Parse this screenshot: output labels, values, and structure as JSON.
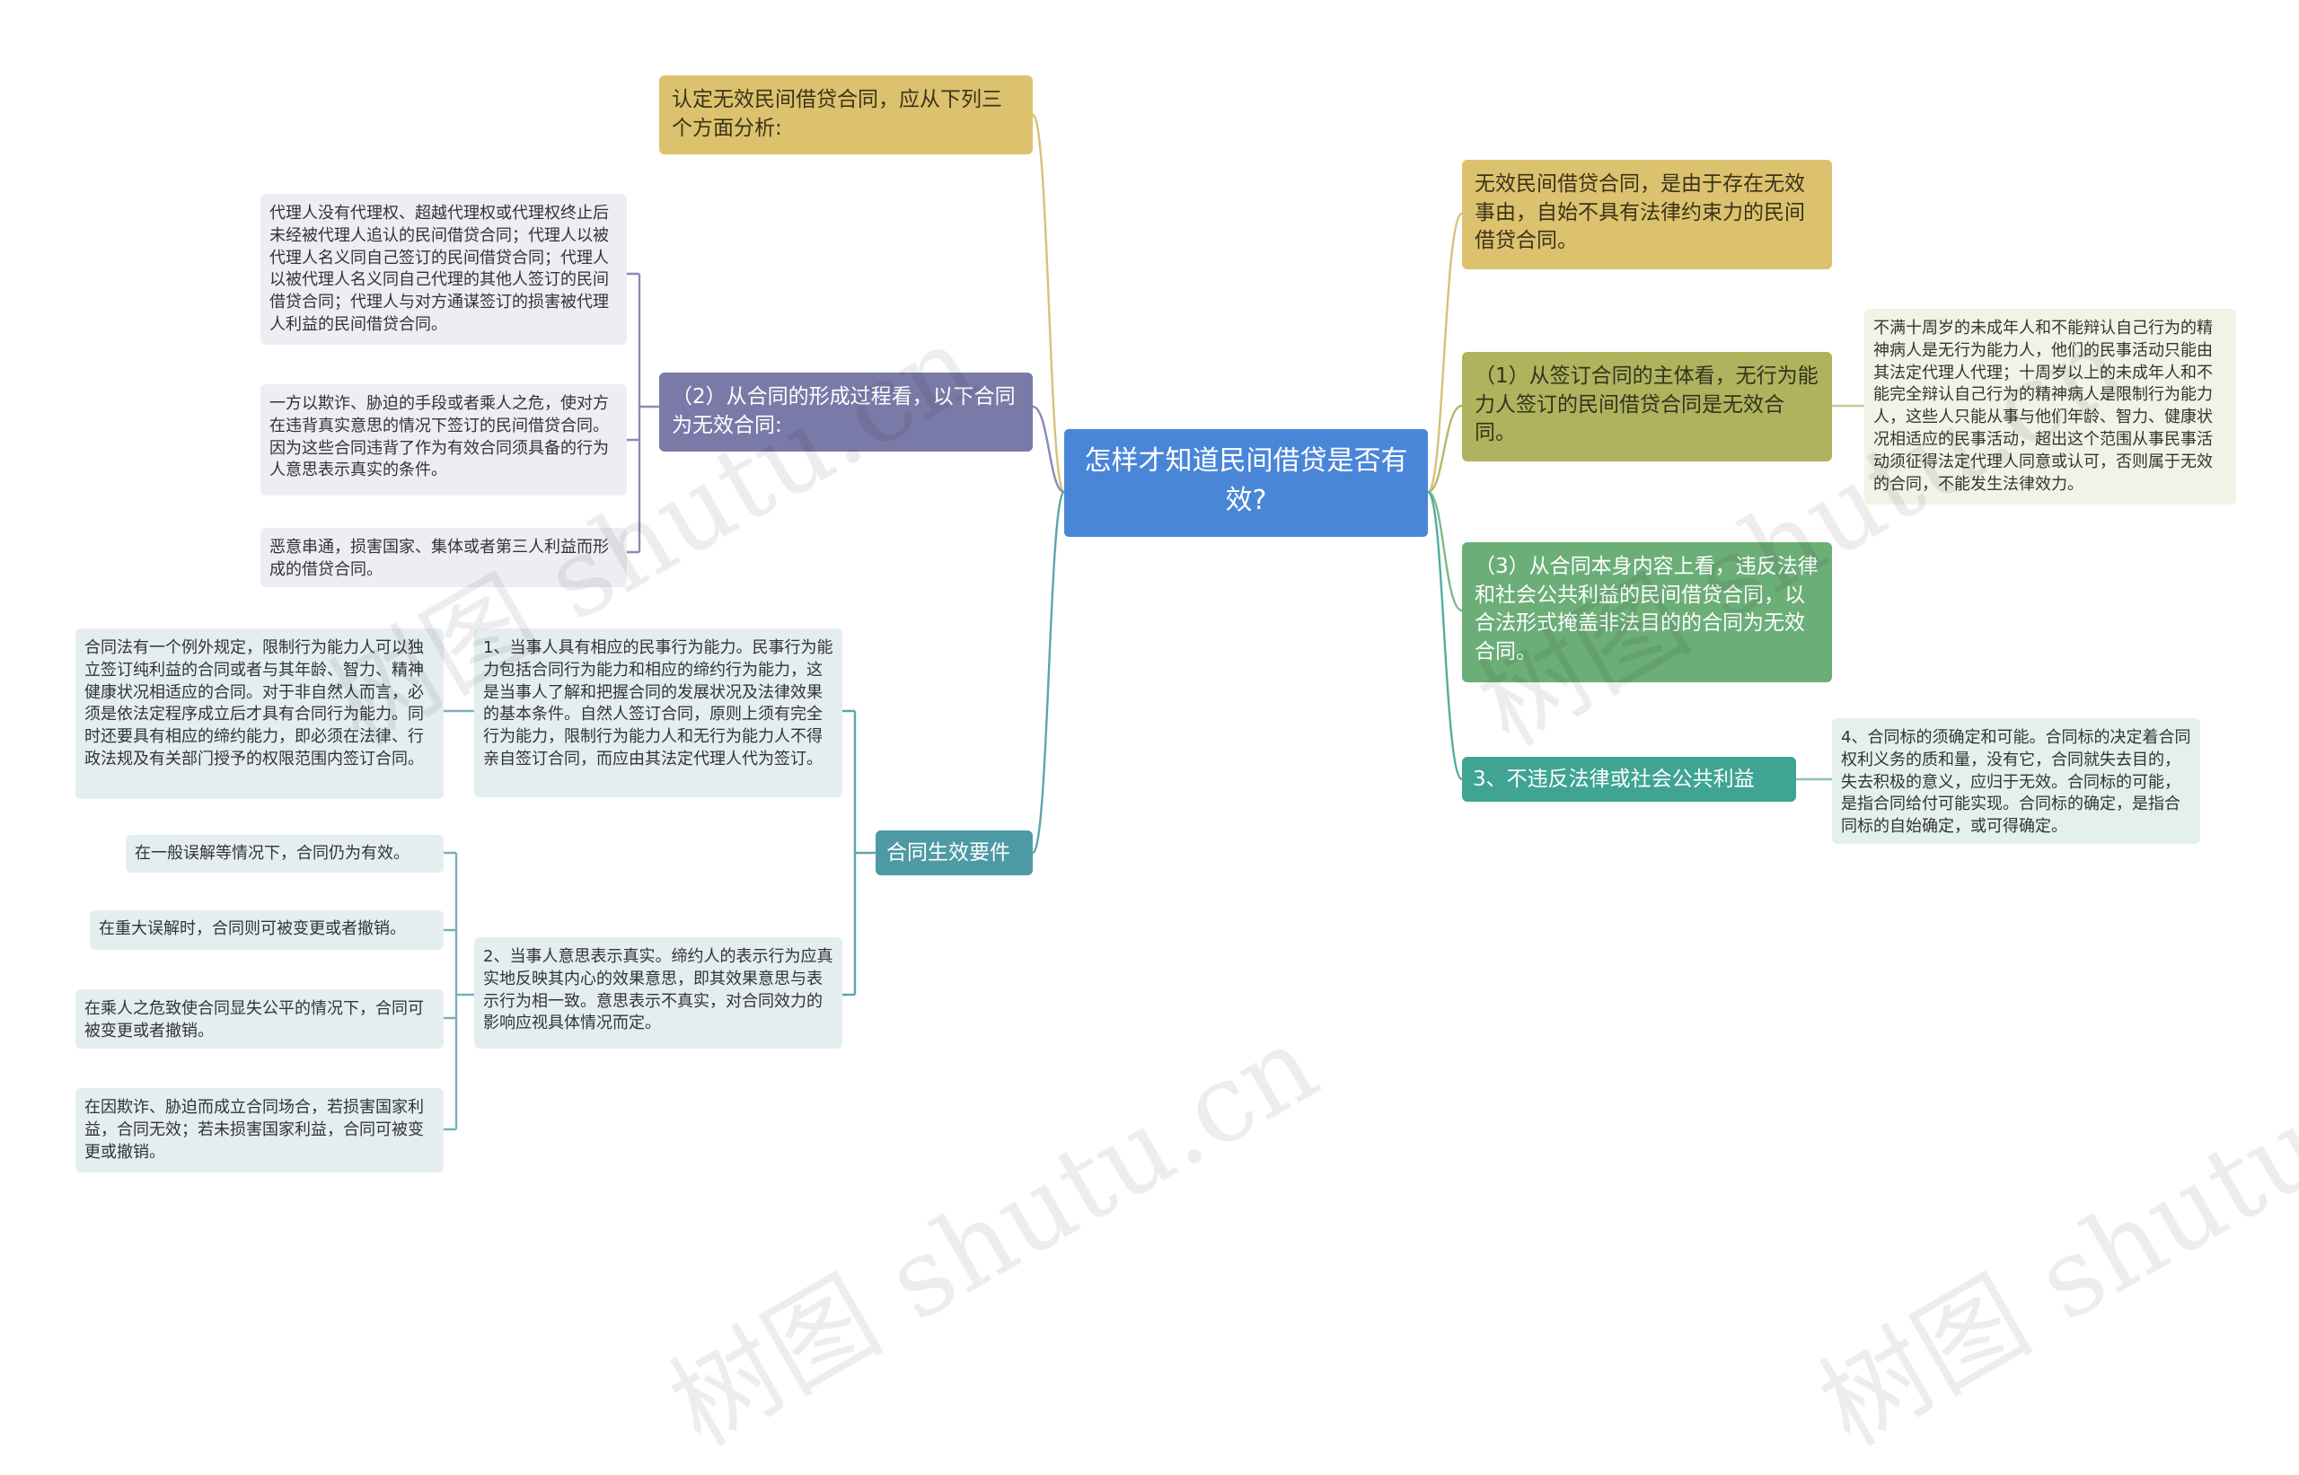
{
  "root": {
    "label": "怎样才知道民间借贷是否有效?"
  },
  "left": {
    "analysis": {
      "label": "认定无效民间借贷合同，应从下列三个方面分析:"
    },
    "formation": {
      "label": "（2）从合同的形成过程看，以下合同为无效合同:",
      "children": [
        "代理人没有代理权、超越代理权或代理权终止后未经被代理人追认的民间借贷合同；代理人以被代理人名义同自己签订的民间借贷合同；代理人以被代理人名义同自己代理的其他人签订的民间借贷合同；代理人与对方通谋签订的损害被代理人利益的民间借贷合同。",
        "一方以欺诈、胁迫的手段或者乘人之危，使对方在违背真实意思的情况下签订的民间借贷合同。因为这些合同违背了作为有效合同须具备的行为人意思表示真实的条件。",
        "恶意串通，损害国家、集体或者第三人利益而形成的借贷合同。"
      ]
    },
    "validity": {
      "label": "合同生效要件",
      "capacity": {
        "label": "1、当事人具有相应的民事行为能力。民事行为能力包括合同行为能力和相应的缔约行为能力，这是当事人了解和把握合同的发展状况及法律效果的基本条件。自然人签订合同，原则上须有完全行为能力，限制行为能力人和无行为能力人不得亲自签订合同，而应由其法定代理人代为签订。",
        "child": "合同法有一个例外规定，限制行为能力人可以独立签订纯利益的合同或者与其年龄、智力、精神健康状况相适应的合同。对于非自然人而言，必须是依法定程序成立后才具有合同行为能力。同时还要具有相应的缔约能力，即必须在法律、行政法规及有关部门授予的权限范围内签订合同。"
      },
      "intent": {
        "label": "2、当事人意思表示真实。缔约人的表示行为应真实地反映其内心的效果意思，即其效果意思与表示行为相一致。意思表示不真实，对合同效力的影响应视具体情况而定。",
        "children": [
          "在一般误解等情况下，合同仍为有效。",
          "在重大误解时，合同则可被变更或者撤销。",
          "在乘人之危致使合同显失公平的情况下，合同可被变更或者撤销。",
          "在因欺诈、胁迫而成立合同场合，若损害国家利益，合同无效；若未损害国家利益，合同可被变更或撤销。"
        ]
      }
    }
  },
  "right": {
    "definition": {
      "label": "无效民间借贷合同，是由于存在无效事由，自始不具有法律约束力的民间借贷合同。"
    },
    "subject": {
      "label": "（1）从签订合同的主体看，无行为能力人签订的民间借贷合同是无效合同。",
      "child": "不满十周岁的未成年人和不能辩认自己行为的精神病人是无行为能力人，他们的民事活动只能由其法定代理人代理；十周岁以上的未成年人和不能完全辩认自己行为的精神病人是限制行为能力人，这些人只能从事与他们年龄、智力、健康状况相适应的民事活动，超出这个范围从事民事活动须征得法定代理人同意或认可，否则属于无效的合同，不能发生法律效力。"
    },
    "content": {
      "label": "（3）从合同本身内容上看，违反法律和社会公共利益的民间借贷合同，以合法形式掩盖非法目的的合同为无效合同。"
    },
    "public": {
      "label": "3、不违反法律或社会公共利益",
      "child": "4、合同标的须确定和可能。合同标的决定着合同权利义务的质和量，没有它，合同就失去目的，失去积极的意义，应归于无效。合同标的可能，是指合同给付可能实现。合同标的确定，是指合同标的自始确定，或可得确定。"
    }
  },
  "watermark": "树图 shutu.cn",
  "colors": {
    "root": "#4a86d8",
    "gold": "#dcc26e",
    "purple": "#7a7aa8",
    "teal": "#4e9aa4",
    "olive": "#afb35e",
    "green": "#6cae78",
    "sea": "#3fa494"
  }
}
